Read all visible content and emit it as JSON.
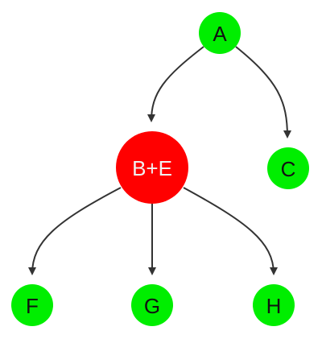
{
  "colors": {
    "root_node": "#00ee00",
    "merged_node": "#ff0000",
    "leaf_node": "#00ee00",
    "edge": "#333333",
    "label_dark": "#111111",
    "label_light": "#f0f0f0"
  },
  "nodes": {
    "a": {
      "label": "A"
    },
    "be": {
      "label": "B+E"
    },
    "c": {
      "label": "C"
    },
    "f": {
      "label": "F"
    },
    "g": {
      "label": "G"
    },
    "h": {
      "label": "H"
    }
  },
  "edges": [
    {
      "from": "A",
      "to": "B+E"
    },
    {
      "from": "A",
      "to": "C"
    },
    {
      "from": "B+E",
      "to": "F"
    },
    {
      "from": "B+E",
      "to": "G"
    },
    {
      "from": "B+E",
      "to": "H"
    }
  ]
}
